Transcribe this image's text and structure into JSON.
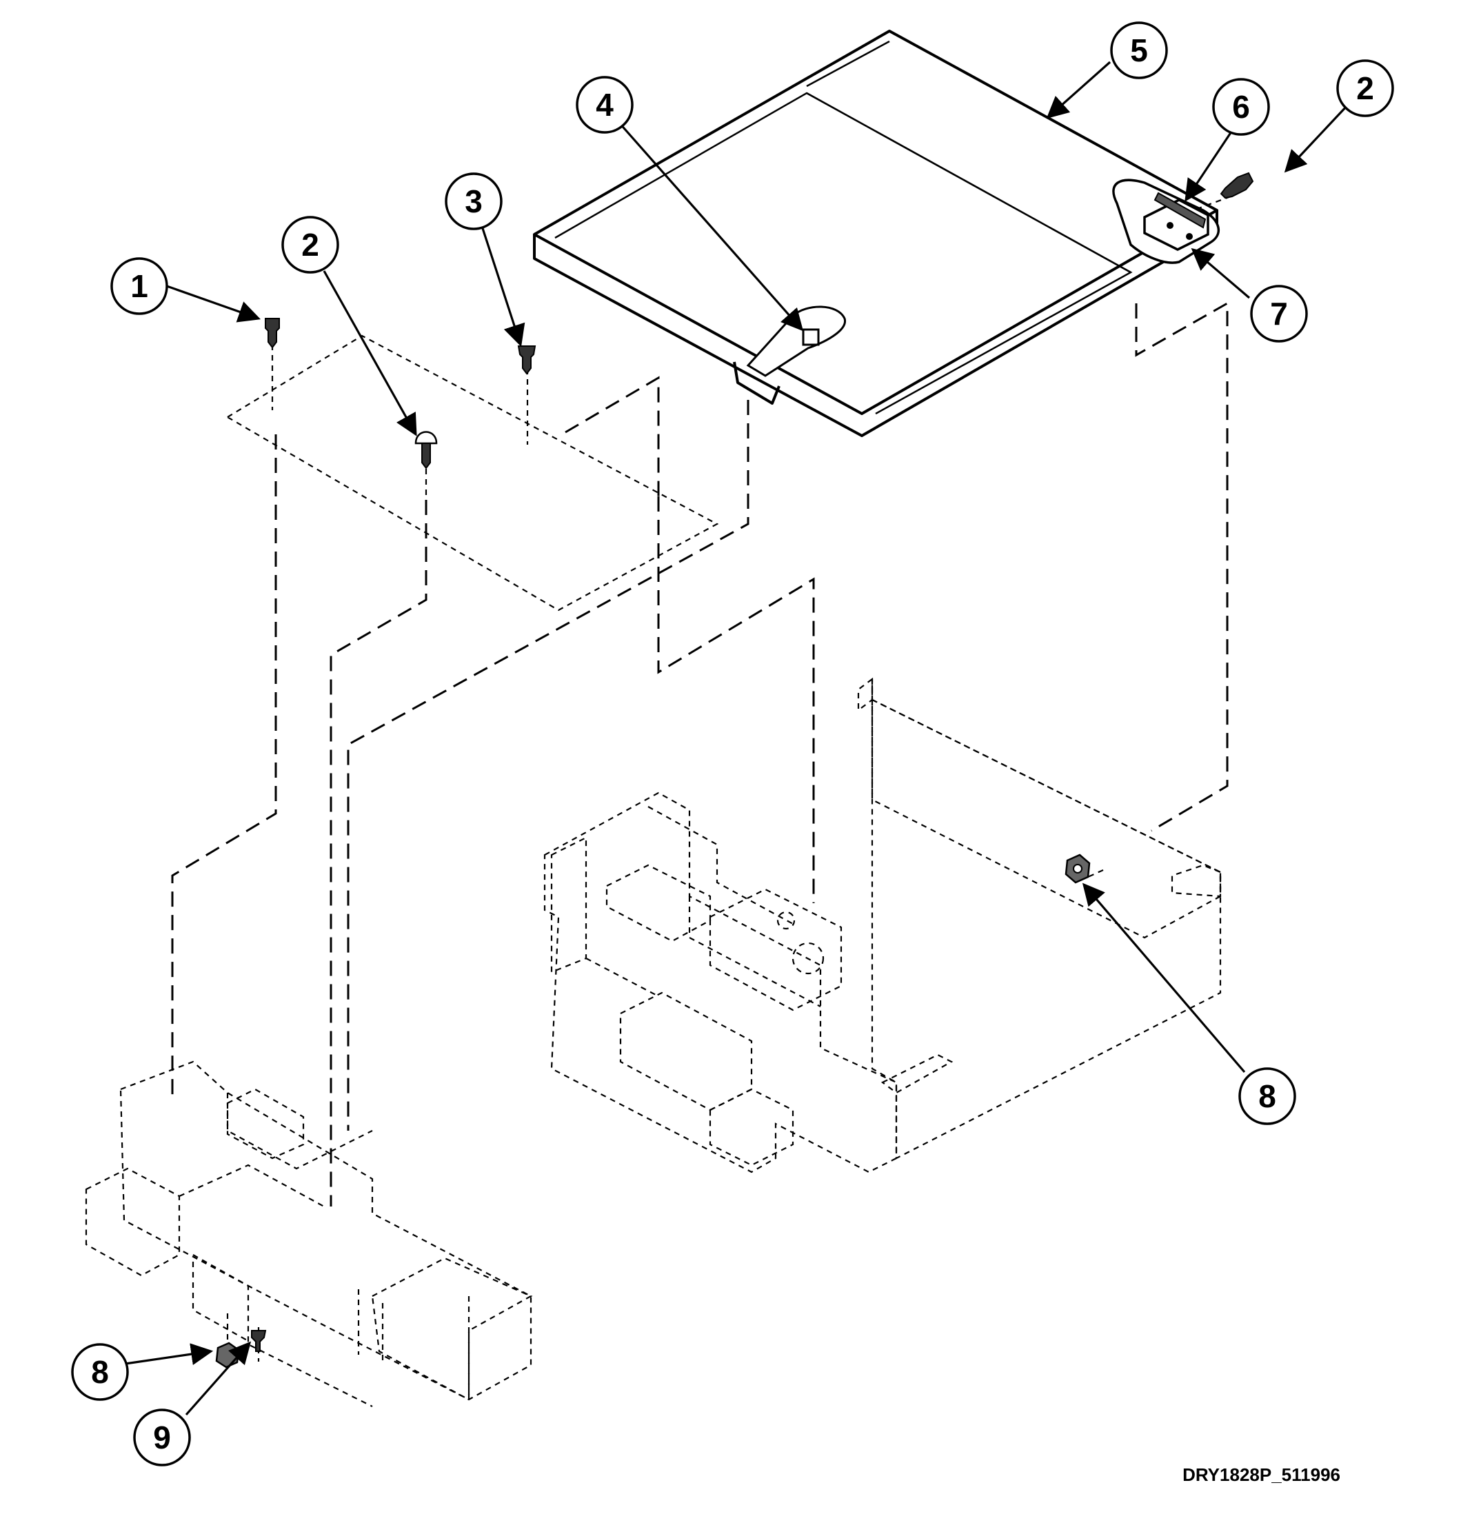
{
  "document_code": "DRY1828P_511996",
  "callouts": [
    {
      "id": "c1",
      "label": "1",
      "part": "screw"
    },
    {
      "id": "c2a",
      "label": "2",
      "part": "screw"
    },
    {
      "id": "c3",
      "label": "3",
      "part": "screw"
    },
    {
      "id": "c4",
      "label": "4",
      "part": "lid-latch"
    },
    {
      "id": "c5",
      "label": "5",
      "part": "top-lid"
    },
    {
      "id": "c6",
      "label": "6",
      "part": "hinge"
    },
    {
      "id": "c2b",
      "label": "2",
      "part": "screw"
    },
    {
      "id": "c7",
      "label": "7",
      "part": "hinge-bracket"
    },
    {
      "id": "c8a",
      "label": "8",
      "part": "nut"
    },
    {
      "id": "c8b",
      "label": "8",
      "part": "nut"
    },
    {
      "id": "c9",
      "label": "9",
      "part": "screw"
    }
  ]
}
